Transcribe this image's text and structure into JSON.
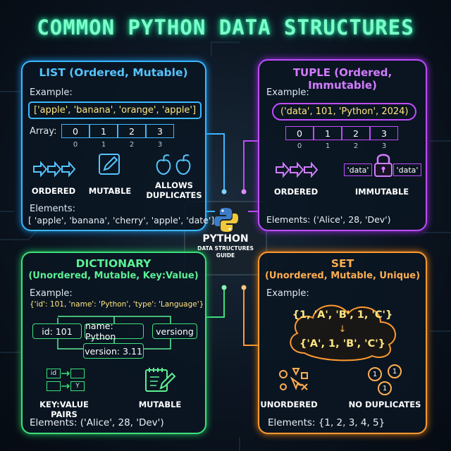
{
  "title": "COMMON PYTHON DATA STRUCTURES",
  "colors": {
    "list": "#3bb8ff",
    "tuple": "#c04cff",
    "dict": "#3ee07c",
    "set": "#ff9a30",
    "title": "#7dffc8"
  },
  "list": {
    "heading": "LIST (Ordered, Mutable)",
    "example_label": "Example:",
    "example": "['apple', 'banana', 'orange', 'apple']",
    "array_label": "Array:",
    "cells": [
      "0",
      "1",
      "2",
      "3"
    ],
    "indices": [
      "0",
      "1",
      "2",
      "3"
    ],
    "features": [
      {
        "icon": "arrows-icon",
        "label": "ORDERED"
      },
      {
        "icon": "pencil-icon",
        "label": "MUTABLE"
      },
      {
        "icon": "apples-icon",
        "label_line1": "ALLOWS",
        "label_line2": "DUPLICATES"
      }
    ],
    "elements_label": "Elements:",
    "elements": "[ 'apple', 'banana', 'cherry', 'apple', 'date']"
  },
  "tuple": {
    "heading": "TUPLE (Ordered, Immutable)",
    "example_label": "Example:",
    "example": "('data', 101, 'Python', 2024)",
    "cells": [
      "0",
      "1",
      "2",
      "3"
    ],
    "indices": [
      "0",
      "1",
      "2",
      "3"
    ],
    "lock_left": "'data'",
    "lock_right": "'data'",
    "features": [
      {
        "icon": "arrows-icon",
        "label": "ORDERED"
      },
      {
        "icon": "lock-icon",
        "label": "IMMUTABLE"
      }
    ],
    "elements": "Elements: ('Alice', 28, 'Dev')"
  },
  "center_logo": {
    "icon": "python-logo-icon",
    "line1": "PYTHON",
    "line2": "DATA STRUCTURES",
    "line3": "GUIDE"
  },
  "dict": {
    "heading_line1": "DICTIONARY",
    "heading_line2": "(Unordered, Mutable, Key:Value)",
    "example_label": "Example:",
    "example": "{'id': 101, 'name': 'Python', 'type': 'Language'}",
    "nodes": [
      "id: 101",
      "name: Python",
      "versiong",
      "version: 3.11"
    ],
    "mini_keys": [
      "id",
      "Y"
    ],
    "features": [
      {
        "icon": "key-value-icon",
        "label": "KEY:VALUE PAIRS"
      },
      {
        "icon": "notepad-pencil-icon",
        "label": "MUTABLE"
      }
    ],
    "elements": "Elements: ('Alice', 28, 'Dev')"
  },
  "set": {
    "heading_line1": "SET",
    "heading_line2": "(Unordered, Mutable, Unique)",
    "example_label": "Example:",
    "input": "{1, 'A', 'B', 1, 'C'}",
    "arrow": "↓",
    "output": "{'A', 1, 'B', 'C'}",
    "features": [
      {
        "icon": "scattered-shapes-icon",
        "label": "UNORDERED"
      },
      {
        "icon": "unique-coins-icon",
        "label": "NO DUPLICATES"
      }
    ],
    "coin_labels": [
      "1",
      "1",
      "1"
    ],
    "elements": "Elements: {1, 2, 3, 4, 5}"
  }
}
